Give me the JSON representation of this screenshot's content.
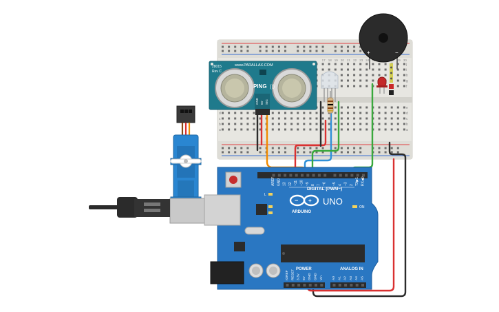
{
  "sensor": {
    "brand": "www.PARALLAX.COM",
    "model": "PING",
    "part_number": "28015",
    "revision": "Rev C",
    "pin_gnd": "GND",
    "pin_5v": "5V",
    "pin_sig": "SIG"
  },
  "buzzer": {
    "plus": "+",
    "minus": "−"
  },
  "board": {
    "brand": "ARDUINO",
    "model": "UNO",
    "digital_label": "DIGITAL (PWM~)",
    "digital_pins": [
      "AREF",
      "GND",
      "13",
      "12",
      "~11",
      "~10",
      "~9",
      "8",
      "7",
      "~6",
      "~5",
      "4",
      "~3",
      "2",
      "TX▶1",
      "RX◀0"
    ],
    "power_label": "POWER",
    "power_pins": [
      "IOREF",
      "RESET",
      "3.3V",
      "5V",
      "GND",
      "GND",
      "Vin"
    ],
    "analog_label": "ANALOG IN",
    "analog_pins": [
      "A0",
      "A1",
      "A2",
      "A3",
      "A4",
      "A5"
    ],
    "led_l": "L",
    "led_tx": "TX",
    "led_rx": "RX",
    "led_on": "ON"
  },
  "breadboard": {
    "row_letters_top": [
      "j",
      "i",
      "h",
      "g",
      "f"
    ],
    "row_letters_bottom": [
      "e",
      "d",
      "c",
      "b",
      "a"
    ],
    "column_numbers_visible": [
      "17",
      "18",
      "19",
      "20",
      "21",
      "22",
      "23",
      "24",
      "25",
      "26",
      "27",
      "28",
      "29",
      "30"
    ]
  },
  "wire_colors": {
    "orange": "#f08a00",
    "red": "#d93030",
    "blue": "#2f90d8",
    "green": "#39a83c",
    "black": "#2b2b2b"
  }
}
